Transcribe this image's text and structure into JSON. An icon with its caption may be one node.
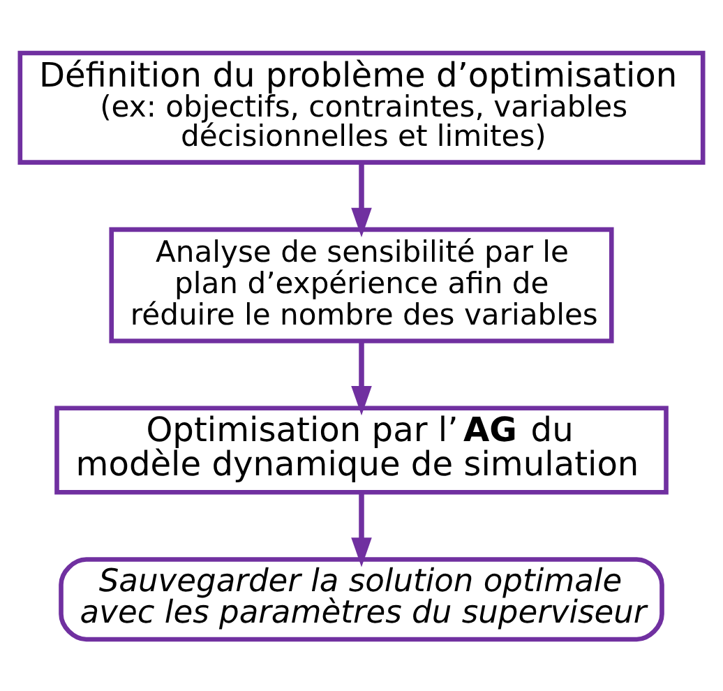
{
  "diagram": {
    "nodes": [
      {
        "text": [
          "Définition du problème d’optimisation",
          "(ex: objectifs, contraintes, variables décisionnelles et limites)"
        ]
      },
      {
        "text": [
          "Analyse de sensibilité par le plan d’expérience afin de réduire le nombre des variables"
        ]
      },
      {
        "text": [
          "Optimisation par l’**AG** du modèle dynamique de simulation"
        ]
      },
      {
        "text": [
          "Sauvegarder la solution optimale avec les paramètres du superviseur"
        ]
      }
    ],
    "edges": [
      {
        "from": 0,
        "to": 1,
        "arrow": "to"
      },
      {
        "from": 1,
        "to": 2,
        "arrow": "to"
      },
      {
        "from": 2,
        "to": 3,
        "arrow": "to"
      }
    ]
  }
}
